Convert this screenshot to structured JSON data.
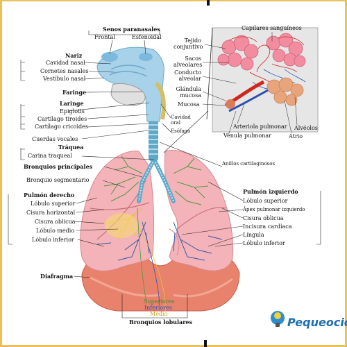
{
  "colors": {
    "lung": "#f4b3b8",
    "lung_dark": "#e07f88",
    "diaphragm": "#e8826c",
    "airway": "#a8d2ea",
    "trachea": "#5ea9c9",
    "bronchi_green": "#4a9a3a",
    "bronchi_yellow": "#f1d24a",
    "alveoli": "#f28da0",
    "vessel_red": "#d0271c",
    "vessel_blue": "#2a4fb0",
    "inset_bg": "#e6e6e6",
    "brand_blue": "#1e6fb0",
    "border_gold": "#e8c15a"
  },
  "left_labels": {
    "senos_paranasales": "Senos paranasales",
    "frontal": "Frontal",
    "esfenoidal": "Esfenoidal",
    "nariz": "Nariz",
    "cavidad_nasal": "Cavidad nasal",
    "cornetes_nasales": "Cornetes nasales",
    "vestibulo_nasal": "Vestíbulo nasal",
    "faringe": "Faringe",
    "laringe": "Laringe",
    "epiglotis": "Epiglotis",
    "cartilago_tiroides": "Cartílago tiroides",
    "cartilago_cricoides": "Cartílago cricoides",
    "cuerdas_vocales": "Cuerdas vocales",
    "traquea": "Tráquea",
    "carina_traqueal": "Carina traqueal",
    "bronquios_principales": "Bronquios principales",
    "bronquio_segmentario": "Bronquio segmentario",
    "pulmon_derecho": "Pulmón derecho",
    "lobulo_superior": "Lóbulo superior",
    "cisura_horizontal": "Cisura horizontal",
    "cisura_oblicua": "Cisura oblicua",
    "lobulo_medio": "Lóbulo medio",
    "lobulo_inferior": "Lóbulo inferior",
    "diafragma": "Diafragma"
  },
  "center_labels": {
    "cavidad_oral": "Cavidad oral",
    "esofago": "Esófago",
    "anillos_cartilaginosos": "Anillos cartilaginosos"
  },
  "inset_labels": {
    "capilares_sanguineos": "Capilares sanguíneos",
    "tejido_conjuntivo": "Tejido conjuntivo",
    "sacos_alveolares": "Sacos alveolares",
    "conducto_alveolar": "Conducto alveolar",
    "glandula_mucosa": "Glándula mucosa",
    "mucosa": "Mucosa",
    "arteriola_pulmonar": "Arteriola pulmonar",
    "venula_pulmonar": "Vénula pulmonar",
    "alveolos": "Alvéolos",
    "atrio": "Atrio"
  },
  "right_labels": {
    "pulmon_izquierdo": "Pulmón izquierdo",
    "lobulo_superior": "Lóbulo superior",
    "apex_pulmonar": "Ápex pulmonar izquierdo",
    "cisura_oblicua": "Cisura oblicua",
    "incisura_cardiaca": "Incisura cardíaca",
    "lingula": "Língula",
    "lobulo_inferior": "Lóbulo inferior"
  },
  "bottom_labels": {
    "superiores": "Superiores",
    "inferiores": "Inferiores",
    "medio": "Medio",
    "bronquios_lobulares": "Bronquios lobulares"
  },
  "brand": {
    "name": "Pequeocio",
    "icon": "lightbulb-icon"
  }
}
